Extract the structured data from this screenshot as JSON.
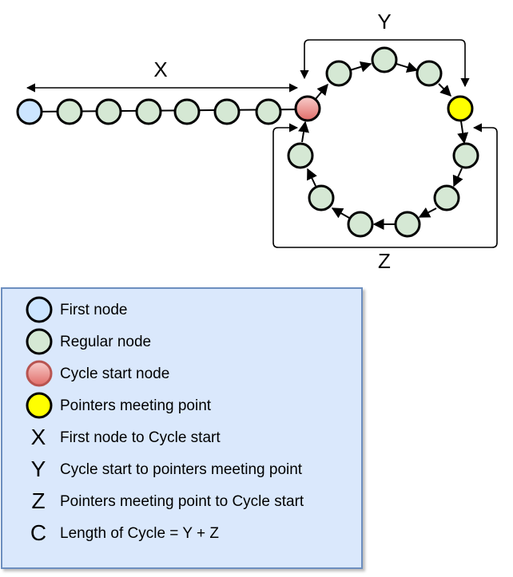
{
  "labels": {
    "x": "X",
    "y": "Y",
    "z": "Z"
  },
  "colors": {
    "first_node": "#cce5ff",
    "regular_node": "#d5e8d4",
    "cycle_start_node": "#f19c99",
    "meeting_node": "#ffff00",
    "legend_bg": "#dae8fc",
    "legend_border": "#6c8ebf"
  },
  "legend": [
    {
      "symbol": "circle",
      "color": "#cce5ff",
      "text": "First node"
    },
    {
      "symbol": "circle",
      "color": "#d5e8d4",
      "text": "Regular node"
    },
    {
      "symbol": "circle",
      "color": "#f19c99",
      "text": "Cycle start node"
    },
    {
      "symbol": "circle",
      "color": "#ffff00",
      "text": "Pointers meeting point"
    },
    {
      "symbol": "X",
      "text": "First node to Cycle start"
    },
    {
      "symbol": "Y",
      "text": "Cycle start to pointers meeting point"
    },
    {
      "symbol": "Z",
      "text": "Pointers meeting point to Cycle start"
    },
    {
      "symbol": "C",
      "text": "Length of Cycle = Y + Z"
    }
  ]
}
